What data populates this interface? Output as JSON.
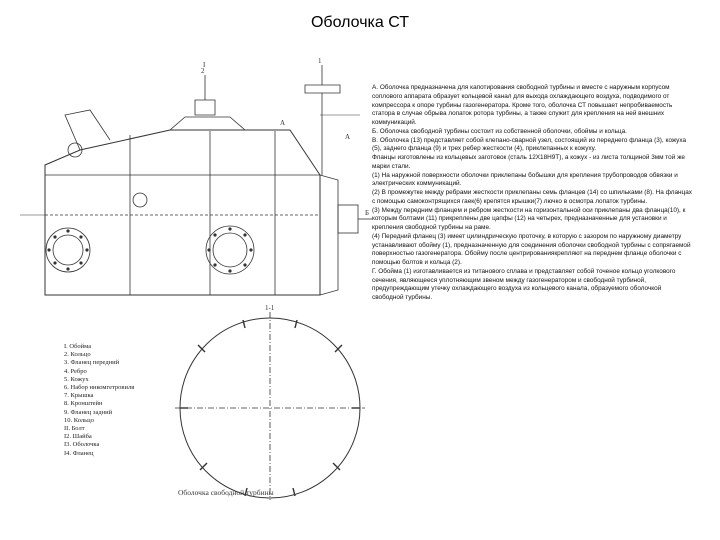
{
  "page": {
    "title": "Оболочка СТ"
  },
  "drawing": {
    "labels": {
      "view_a": "А",
      "view_a2": "А",
      "section": "1-1",
      "marker_1": "1",
      "marker_2": "2",
      "marker_i": "I",
      "marker_b": "Б"
    },
    "legend": [
      "I. Обойма",
      "2. Кольцо",
      "3. Фланец передний",
      "4. Ребро",
      "5. Кожух",
      "6. Набор ннкомгетровиля",
      "7. Крышка",
      "8. Кронштейн",
      "9. Фланец задний",
      "10. Кольцо",
      "II. Болт",
      "I2. Шайба",
      "I3. Оболочка",
      "I4. Фланец"
    ],
    "caption": "Оболочка свободной турбины"
  },
  "text": {
    "paragraphs": [
      "А. Оболочка предназначена для капотирования свободной турбины и вместе с наружным корпусом соплового аппарата образует кольцевой канал для выхода охлаждающего воздуха, подводимого от компрессора к опоре турбины газогенератора. Кроме того, оболочка СТ повышает непробиваемость статора в случае обрыва лопаток ротора турбины, а также служит для крепления на ней внешних коммуникаций.",
      "Б. Оболочка свободной турбины состоит из собственной оболочки, обоймы и кольца.",
      "В. Оболочка (13) представляет собой клепано-сварной узел, состоящий из переднего фланца (3), кожуха (5), заднего фланца (9) и трех ребер жесткости (4), приклепанных к кожуху.",
      "Фланцы изготовлены из кольцевых заготовок (сталь 12Х18Н9Т), а кожух - из листа толщиной 3мм той же марки стали.",
      "(1) На наружной поверхности оболочки приклепаны бобышки для крепления трубопроводов обвязки и электрических коммуникаций.",
      "(2) В промежутке между ребрами жесткости приклепаны семь фланцев (14) со шпильками (8). На фланцах с помощью самоконтрящихся гаек(6) крепятся крышки(7) лючко в осмотра лопаток турбины.",
      "(3) Между передним фланцем и ребром жесткости на горизонтальной оси приклепаны два фланца(10), к которым болтами (11) прикреплены две цапфы (12) на четырех, предназначенные для установки и крепления свободной турбины на раме.",
      "(4) Передний фланец (3) имеет цилиндрическую проточку, в которую с зазором по наружному диаметру устанавливают обойму (1), предназначенную для соединения оболочки свободной турбины с сопрягаемой поверхностью газогенератора. Обойму после центрированиякрепляют на переднем фланце оболочки с помощью болтов и кольца (2).",
      "Г. Обойма (1) изготавливается из титанового сплава и представляет собой точеное кольцо уголкового сечения, являющееся уплотняющим звеном между газогенератором и свободной турбиной, предупреждающим утечку охлаждающего воздуха из кольцевого канала, образуемого оболочкой свободной турбины."
    ]
  }
}
